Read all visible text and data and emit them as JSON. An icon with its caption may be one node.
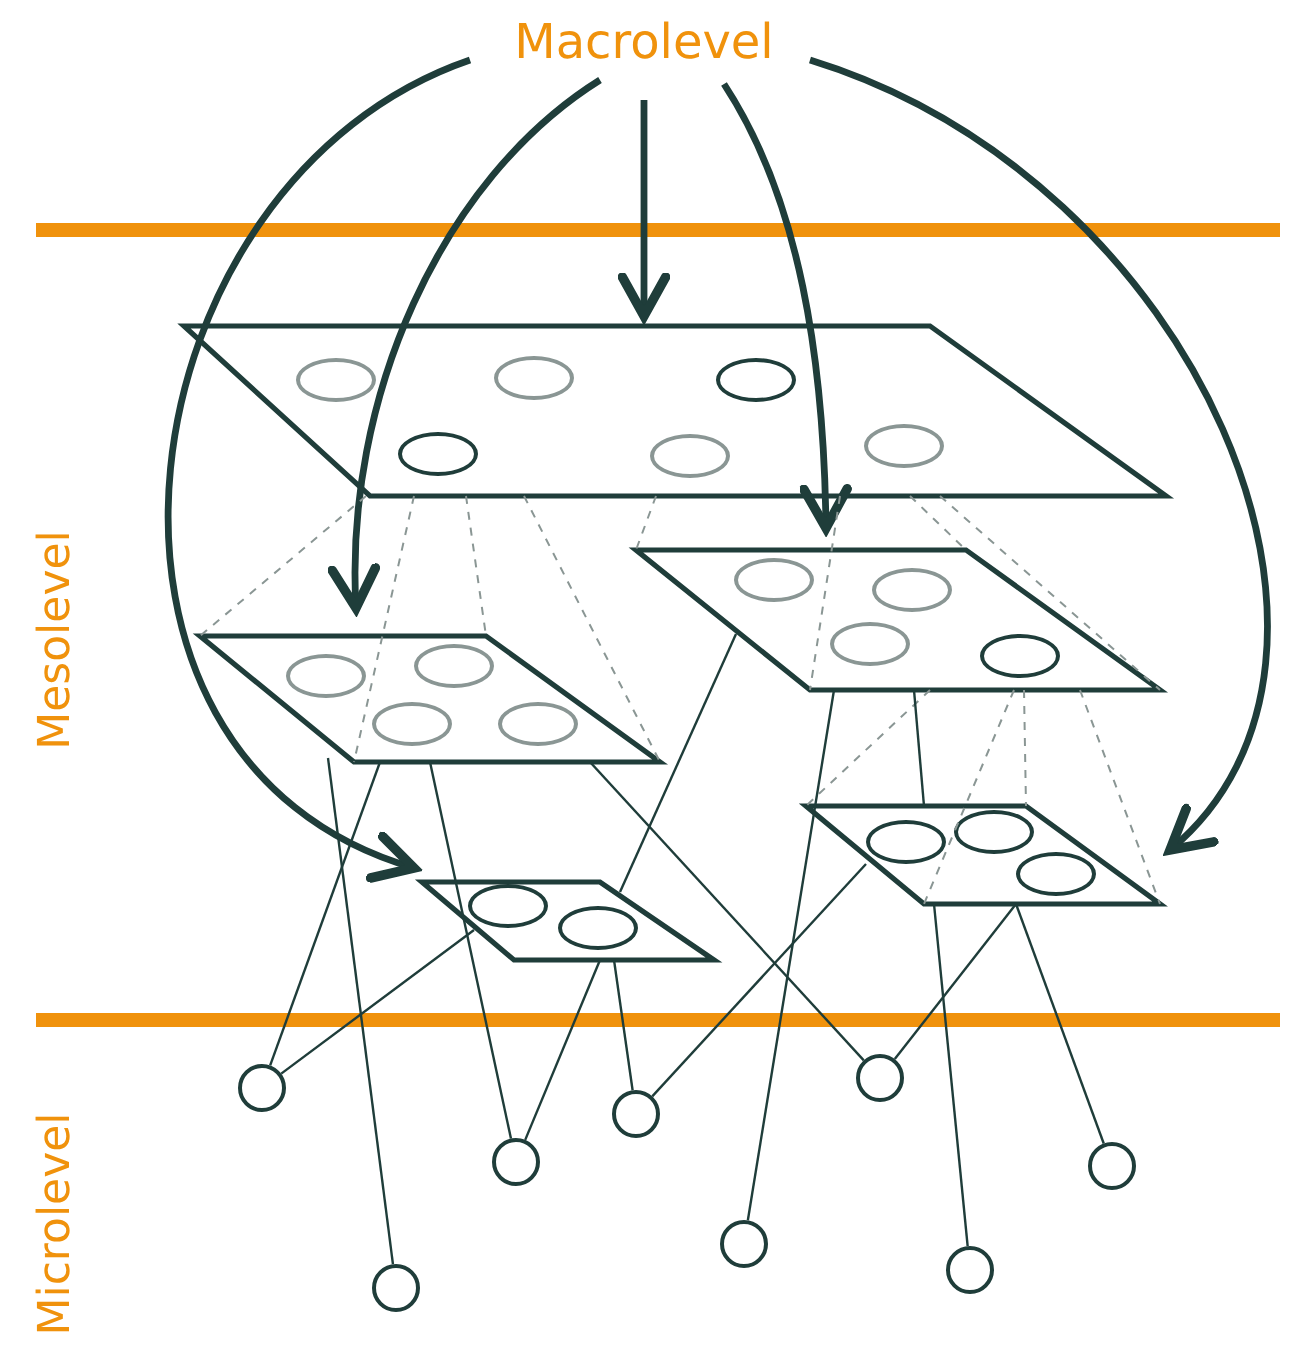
{
  "diagram": {
    "nodes": [
      {
        "text": [
          "Macrolevel"
        ]
      },
      {
        "text": [],
        "shape": "parallelogram"
      },
      {
        "text": [],
        "shape": "ellipse",
        "in": 1
      },
      {
        "text": [],
        "shape": "ellipse",
        "in": 1
      },
      {
        "text": [],
        "shape": "ellipse",
        "in": 1
      },
      {
        "text": [],
        "shape": "ellipse",
        "in": 1
      },
      {
        "text": [],
        "shape": "ellipse",
        "in": 1
      },
      {
        "text": [],
        "shape": "ellipse",
        "in": 1
      },
      {
        "text": [],
        "shape": "parallelogram"
      },
      {
        "text": [],
        "shape": "ellipse",
        "in": 8
      },
      {
        "text": [],
        "shape": "ellipse",
        "in": 8
      },
      {
        "text": [],
        "shape": "ellipse",
        "in": 8
      },
      {
        "text": [],
        "shape": "ellipse",
        "in": 8
      },
      {
        "text": [],
        "shape": "parallelogram"
      },
      {
        "text": [],
        "shape": "ellipse",
        "in": 13
      },
      {
        "text": [],
        "shape": "ellipse",
        "in": 13
      },
      {
        "text": [],
        "shape": "ellipse",
        "in": 13
      },
      {
        "text": [],
        "shape": "ellipse",
        "in": 13
      },
      {
        "text": [],
        "shape": "parallelogram"
      },
      {
        "text": [],
        "shape": "ellipse",
        "in": 18
      },
      {
        "text": [],
        "shape": "ellipse",
        "in": 18
      },
      {
        "text": [],
        "shape": "ellipse",
        "in": 18
      },
      {
        "text": [],
        "shape": "parallelogram"
      },
      {
        "text": [],
        "shape": "ellipse",
        "in": 22
      },
      {
        "text": [],
        "shape": "ellipse",
        "in": 22
      },
      {
        "text": [],
        "shape": "circle"
      },
      {
        "text": [],
        "shape": "circle"
      },
      {
        "text": [],
        "shape": "circle"
      },
      {
        "text": [],
        "shape": "circle"
      },
      {
        "text": [],
        "shape": "circle"
      },
      {
        "text": [],
        "shape": "circle"
      },
      {
        "text": [],
        "shape": "circle"
      },
      {
        "text": [],
        "shape": "circle"
      }
    ],
    "edges": [
      {
        "from": 0,
        "to": 22,
        "arrow": "to",
        "style": "thick"
      },
      {
        "from": 0,
        "to": 13,
        "arrow": "to",
        "style": "thick"
      },
      {
        "from": 0,
        "to": 1,
        "arrow": "to",
        "style": "thick"
      },
      {
        "from": 0,
        "to": 8,
        "arrow": "to",
        "style": "thick"
      },
      {
        "from": 0,
        "to": 18,
        "arrow": "to",
        "style": "thick"
      },
      {
        "from": 1,
        "to": 13,
        "arrow": "none",
        "style": "dashed",
        "color": "#8a9694"
      },
      {
        "from": 1,
        "to": 13,
        "arrow": "none",
        "style": "dashed",
        "color": "#8a9694"
      },
      {
        "from": 1,
        "to": 13,
        "arrow": "none",
        "style": "dashed",
        "color": "#8a9694"
      },
      {
        "from": 1,
        "to": 13,
        "arrow": "none",
        "style": "dashed",
        "color": "#8a9694"
      },
      {
        "from": 1,
        "to": 8,
        "arrow": "none",
        "style": "dashed",
        "color": "#8a9694"
      },
      {
        "from": 1,
        "to": 8,
        "arrow": "none",
        "style": "dashed",
        "color": "#8a9694"
      },
      {
        "from": 1,
        "to": 8,
        "arrow": "none",
        "style": "dashed",
        "color": "#8a9694"
      },
      {
        "from": 1,
        "to": 8,
        "arrow": "none",
        "style": "dashed",
        "color": "#8a9694"
      },
      {
        "from": 8,
        "to": 18,
        "arrow": "none",
        "style": "dashed",
        "color": "#8a9694"
      },
      {
        "from": 8,
        "to": 18,
        "arrow": "none",
        "style": "dashed",
        "color": "#8a9694"
      },
      {
        "from": 8,
        "to": 18,
        "arrow": "none",
        "style": "dashed",
        "color": "#8a9694"
      },
      {
        "from": 8,
        "to": 18,
        "arrow": "none",
        "style": "dashed",
        "color": "#8a9694"
      },
      {
        "from": 13,
        "to": 25,
        "arrow": "none"
      },
      {
        "from": 13,
        "to": 26,
        "arrow": "none"
      },
      {
        "from": 13,
        "to": 27,
        "arrow": "none"
      },
      {
        "from": 13,
        "to": 30,
        "arrow": "none"
      },
      {
        "from": 8,
        "to": 22,
        "arrow": "none"
      },
      {
        "from": 8,
        "to": 29,
        "arrow": "none"
      },
      {
        "from": 8,
        "to": 18,
        "arrow": "none"
      },
      {
        "from": 22,
        "to": 25,
        "arrow": "none"
      },
      {
        "from": 22,
        "to": 27,
        "arrow": "none"
      },
      {
        "from": 22,
        "to": 28,
        "arrow": "none"
      },
      {
        "from": 18,
        "to": 28,
        "arrow": "none"
      },
      {
        "from": 18,
        "to": 31,
        "arrow": "none"
      },
      {
        "from": 18,
        "to": 30,
        "arrow": "none"
      },
      {
        "from": 18,
        "to": 32,
        "arrow": "none"
      }
    ],
    "labels": [
      "Mesolevel",
      "Microlevel"
    ]
  }
}
